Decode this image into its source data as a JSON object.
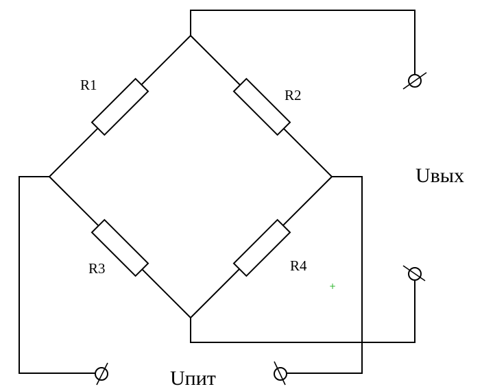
{
  "labels": {
    "r1": "R1",
    "r2": "R2",
    "r3": "R3",
    "r4": "R4",
    "u_out": "Uвых",
    "u_supply": "Uпит"
  },
  "colors": {
    "line": "#000000",
    "background": "#ffffff",
    "cursor": "#2db52d"
  },
  "cursor_icon": "+"
}
